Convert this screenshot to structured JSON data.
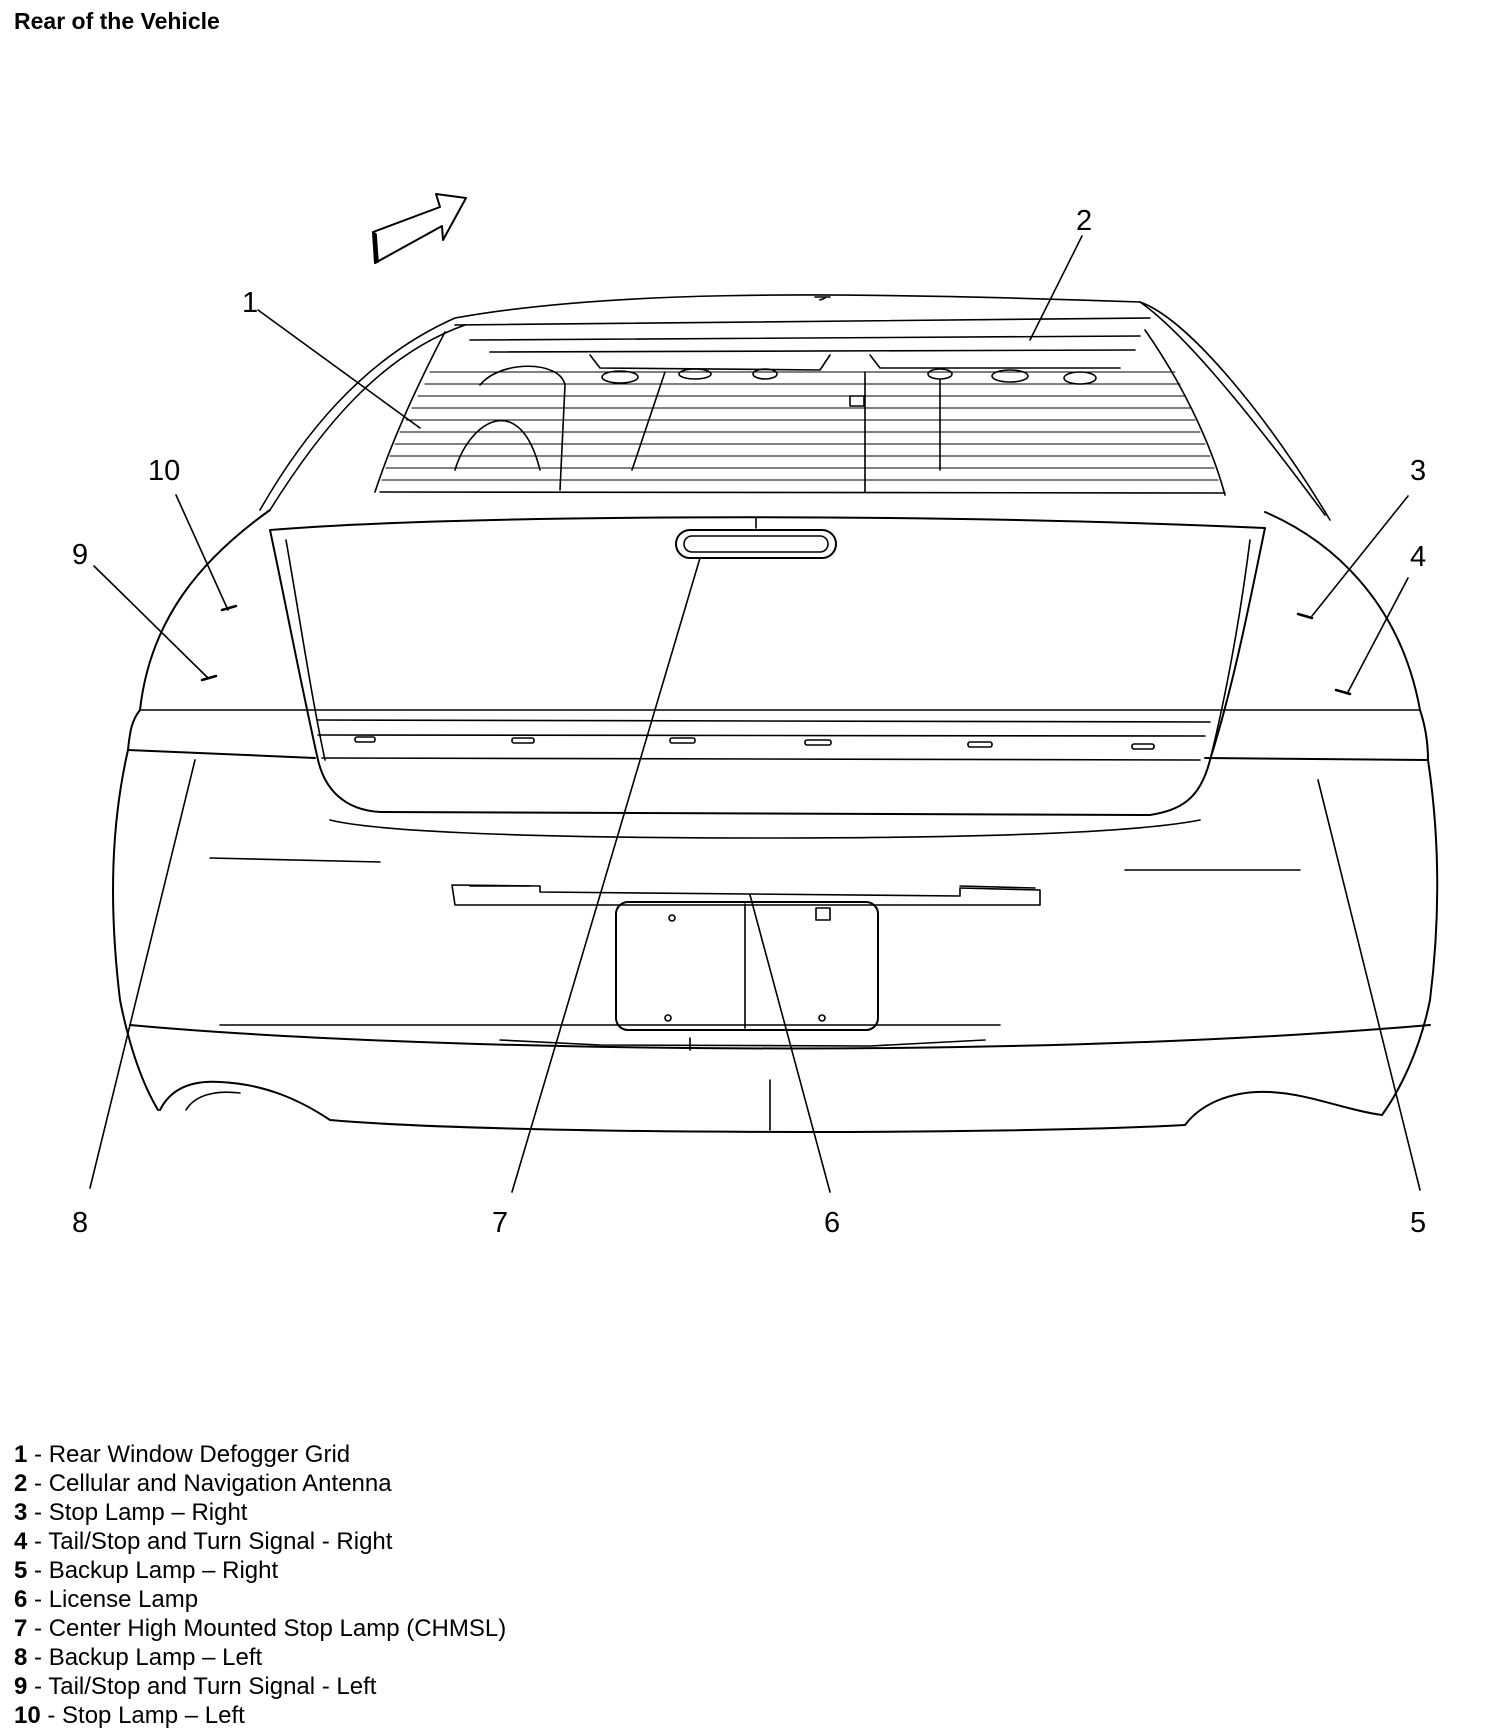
{
  "title": "Rear of the Vehicle",
  "callouts": [
    "1",
    "2",
    "3",
    "4",
    "5",
    "6",
    "7",
    "8",
    "9",
    "10"
  ],
  "legend": [
    {
      "num": "1",
      "text": " - Rear Window Defogger Grid"
    },
    {
      "num": "2",
      "text": " - Cellular and Navigation Antenna"
    },
    {
      "num": "3",
      "text": " - Stop Lamp – Right"
    },
    {
      "num": "4",
      "text": " - Tail/Stop and Turn Signal - Right"
    },
    {
      "num": "5",
      "text": " - Backup Lamp – Right"
    },
    {
      "num": "6",
      "text": " - License Lamp"
    },
    {
      "num": "7",
      "text": " - Center High Mounted Stop Lamp (CHMSL)"
    },
    {
      "num": "8",
      "text": " - Backup Lamp – Left"
    },
    {
      "num": "9",
      "text": " - Tail/Stop and Turn Signal - Left"
    },
    {
      "num": "10",
      "text": " - Stop Lamp – Left"
    }
  ]
}
